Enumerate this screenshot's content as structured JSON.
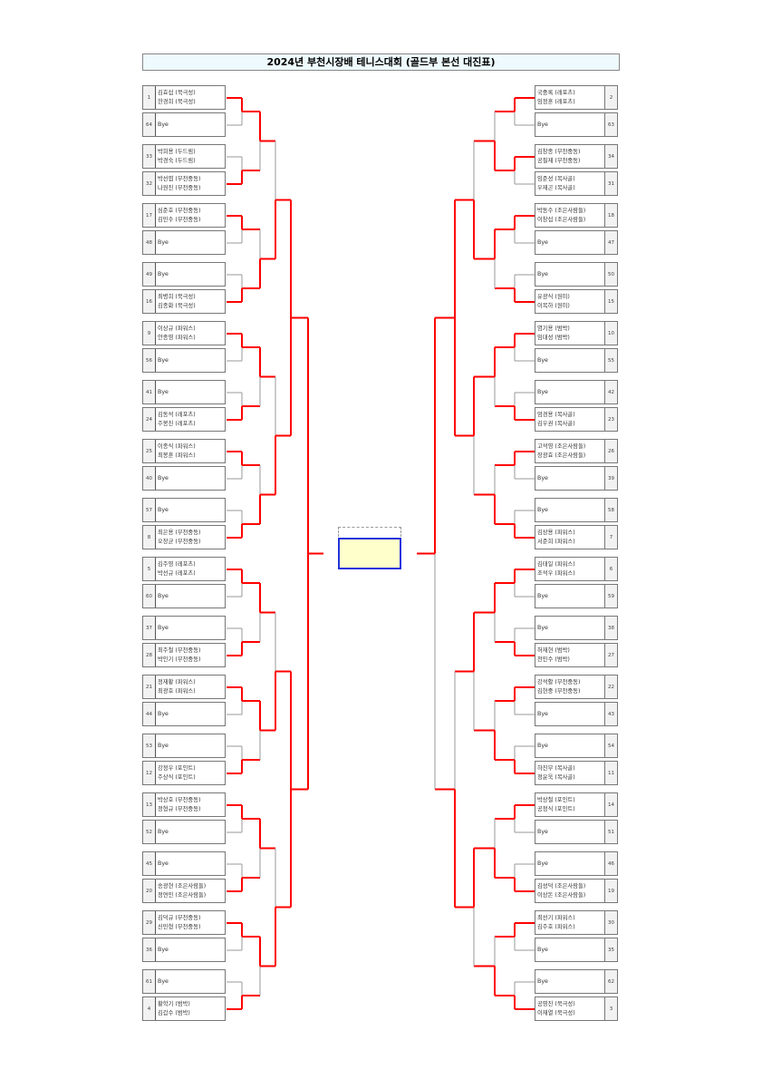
{
  "title": "2024년 부천시장배 테니스대회 (골드부 본선 대진표)",
  "colors": {
    "winner_line": "#ff0000",
    "line": "#999999",
    "champion_fill": "#ffffcc",
    "champion_border": "#2233dd"
  },
  "left": {
    "entries": [
      {
        "seed": "1",
        "lines": [
          "김효섭 (북극성)",
          "한경희 (북극성)"
        ]
      },
      {
        "seed": "64",
        "lines": [
          "Bye"
        ]
      },
      {
        "seed": "33",
        "lines": [
          "박희용 (두드림)",
          "박경숙 (두드림)"
        ]
      },
      {
        "seed": "32",
        "lines": [
          "박선엽 (부천중동)",
          "나원진 (부천중동)"
        ]
      },
      {
        "seed": "17",
        "lines": [
          "심준호 (부천중동)",
          "김민수 (부천중동)"
        ]
      },
      {
        "seed": "48",
        "lines": [
          "Bye"
        ]
      },
      {
        "seed": "49",
        "lines": [
          "Bye"
        ]
      },
      {
        "seed": "16",
        "lines": [
          "최병희 (북극성)",
          "김종화 (북극성)"
        ]
      },
      {
        "seed": "9",
        "lines": [
          "이상규 (파워스)",
          "안종영 (파워스)"
        ]
      },
      {
        "seed": "56",
        "lines": [
          "Bye"
        ]
      },
      {
        "seed": "41",
        "lines": [
          "Bye"
        ]
      },
      {
        "seed": "24",
        "lines": [
          "김동석 (레포츠)",
          "주봉진 (레포츠)"
        ]
      },
      {
        "seed": "25",
        "lines": [
          "이종식 (파워스)",
          "최봉훈 (파워스)"
        ]
      },
      {
        "seed": "40",
        "lines": [
          "Bye"
        ]
      },
      {
        "seed": "57",
        "lines": [
          "Bye"
        ]
      },
      {
        "seed": "8",
        "lines": [
          "최은용 (부천중동)",
          "오장균 (부천중동)"
        ]
      },
      {
        "seed": "5",
        "lines": [
          "김주영 (레포츠)",
          "박선규 (레포츠)"
        ]
      },
      {
        "seed": "60",
        "lines": [
          "Bye"
        ]
      },
      {
        "seed": "37",
        "lines": [
          "Bye"
        ]
      },
      {
        "seed": "28",
        "lines": [
          "최주철 (부천중동)",
          "박인기 (부천중동)"
        ]
      },
      {
        "seed": "21",
        "lines": [
          "정재황 (파워스)",
          "최광호 (파워스)"
        ]
      },
      {
        "seed": "44",
        "lines": [
          "Bye"
        ]
      },
      {
        "seed": "53",
        "lines": [
          "Bye"
        ]
      },
      {
        "seed": "12",
        "lines": [
          "강정우 (포인트)",
          "주상식 (포인트)"
        ]
      },
      {
        "seed": "13",
        "lines": [
          "박상호 (부천중동)",
          "정형규 (부천중동)"
        ]
      },
      {
        "seed": "52",
        "lines": [
          "Bye"
        ]
      },
      {
        "seed": "45",
        "lines": [
          "Bye"
        ]
      },
      {
        "seed": "20",
        "lines": [
          "송광현 (조은사람들)",
          "정연민 (조은사람들)"
        ]
      },
      {
        "seed": "29",
        "lines": [
          "김덕규 (부천중동)",
          "신민형 (부천중동)"
        ]
      },
      {
        "seed": "36",
        "lines": [
          "Bye"
        ]
      },
      {
        "seed": "61",
        "lines": [
          "Bye"
        ]
      },
      {
        "seed": "4",
        "lines": [
          "황학기 (범박)",
          "김갑수 (범박)"
        ]
      }
    ],
    "winners": [
      [
        0,
        1,
        0,
        1,
        0,
        1,
        0,
        1,
        0,
        1,
        0,
        1,
        0,
        1,
        0,
        1
      ],
      [
        0,
        1,
        0,
        1,
        0,
        0,
        0,
        0
      ],
      [
        1,
        1,
        1,
        1
      ],
      [
        2,
        2
      ],
      [
        2
      ]
    ]
  },
  "right": {
    "entries": [
      {
        "seed": "2",
        "lines": [
          "국중록 (레포츠)",
          "임정훈 (레포츠)"
        ]
      },
      {
        "seed": "63",
        "lines": [
          "Bye"
        ]
      },
      {
        "seed": "34",
        "lines": [
          "김창종 (부천중동)",
          "공필재 (부천중동)"
        ]
      },
      {
        "seed": "31",
        "lines": [
          "임준성 (복사골)",
          "우재곤 (복사골)"
        ]
      },
      {
        "seed": "18",
        "lines": [
          "박동수 (조은사람들)",
          "이창섭 (조은사람들)"
        ]
      },
      {
        "seed": "47",
        "lines": [
          "Bye"
        ]
      },
      {
        "seed": "50",
        "lines": [
          "Bye"
        ]
      },
      {
        "seed": "15",
        "lines": [
          "유광식 (원미)",
          "이복하 (원미)"
        ]
      },
      {
        "seed": "10",
        "lines": [
          "염기용 (범박)",
          "임대성 (범박)"
        ]
      },
      {
        "seed": "55",
        "lines": [
          "Bye"
        ]
      },
      {
        "seed": "42",
        "lines": [
          "Bye"
        ]
      },
      {
        "seed": "23",
        "lines": [
          "엄경용 (복사골)",
          "김우권 (복사골)"
        ]
      },
      {
        "seed": "26",
        "lines": [
          "고석영 (조은사람들)",
          "장광효 (조은사람들)"
        ]
      },
      {
        "seed": "39",
        "lines": [
          "Bye"
        ]
      },
      {
        "seed": "58",
        "lines": [
          "Bye"
        ]
      },
      {
        "seed": "7",
        "lines": [
          "김상용 (파워스)",
          "서준희 (파워스)"
        ]
      },
      {
        "seed": "6",
        "lines": [
          "김태일 (파워스)",
          "조석우 (파워스)"
        ]
      },
      {
        "seed": "59",
        "lines": [
          "Bye"
        ]
      },
      {
        "seed": "38",
        "lines": [
          "Bye"
        ]
      },
      {
        "seed": "27",
        "lines": [
          "허재현 (범박)",
          "천민수 (범박)"
        ]
      },
      {
        "seed": "22",
        "lines": [
          "강석활 (부천중동)",
          "김현중 (부천중동)"
        ]
      },
      {
        "seed": "43",
        "lines": [
          "Bye"
        ]
      },
      {
        "seed": "54",
        "lines": [
          "Bye"
        ]
      },
      {
        "seed": "11",
        "lines": [
          "하진부 (복사골)",
          "정윤욱 (복사골)"
        ]
      },
      {
        "seed": "14",
        "lines": [
          "박상철 (포인트)",
          "공정식 (포인트)"
        ]
      },
      {
        "seed": "51",
        "lines": [
          "Bye"
        ]
      },
      {
        "seed": "46",
        "lines": [
          "Bye"
        ]
      },
      {
        "seed": "19",
        "lines": [
          "김성덕 (조은사람들)",
          "이상돈 (조은사람들)"
        ]
      },
      {
        "seed": "30",
        "lines": [
          "최선기 (파워스)",
          "김주호 (파워스)"
        ]
      },
      {
        "seed": "35",
        "lines": [
          "Bye"
        ]
      },
      {
        "seed": "62",
        "lines": [
          "Bye"
        ]
      },
      {
        "seed": "3",
        "lines": [
          "공영진 (북극성)",
          "이재열 (북극성)"
        ]
      }
    ],
    "winners": [
      [
        0,
        0,
        0,
        1,
        0,
        1,
        0,
        1,
        0,
        1,
        0,
        1,
        0,
        1,
        0,
        1
      ],
      [
        1,
        0,
        0,
        1,
        0,
        1,
        1,
        1
      ],
      [
        1,
        0,
        0,
        0
      ],
      [
        2,
        1
      ],
      [
        0
      ]
    ]
  }
}
